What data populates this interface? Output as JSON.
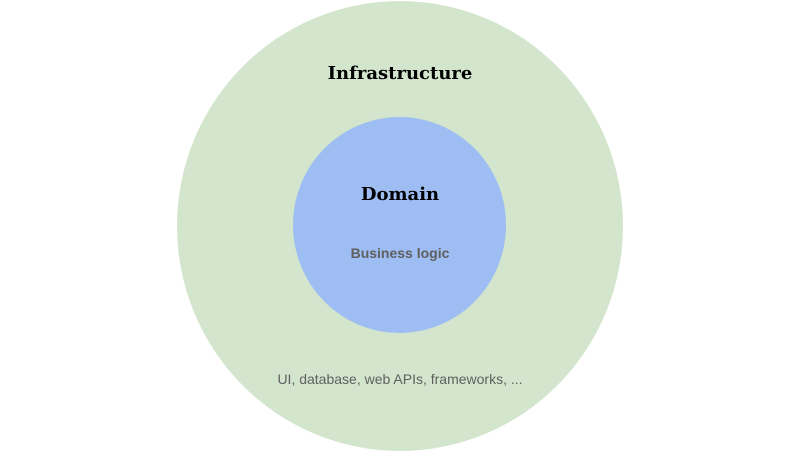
{
  "diagram": {
    "outer_layer": {
      "title": "Infrastructure",
      "description": "UI, database, web APIs, frameworks, ...",
      "color": "#d3e6cd"
    },
    "inner_layer": {
      "title": "Domain",
      "description": "Business logic",
      "color": "#9dbdf3"
    }
  }
}
